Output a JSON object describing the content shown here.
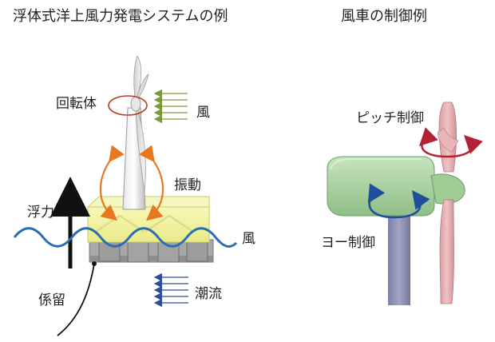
{
  "left_panel": {
    "title": "浮体式洋上風力発電システムの例",
    "labels": {
      "rotor": "回転体",
      "wind_top": "風",
      "vibration": "振動",
      "buoyancy": "浮力",
      "wind_wave": "風",
      "mooring": "係留",
      "current": "潮流"
    }
  },
  "right_panel": {
    "title": "風車の制御例",
    "labels": {
      "pitch": "ピッチ制御",
      "yaw": "ヨー制御"
    }
  },
  "colors": {
    "wind_arrow": "#7a9a3a",
    "current_arrow": "#2a4f9a",
    "vibration_arrow": "#e87722",
    "rotor_ring": "#c0392b",
    "wave": "#2b6cb0",
    "float_yellow": "#f3f3a0",
    "pontoon_gray": "#a9a9a9",
    "nacelle": "#a9d3a0",
    "tower": "#8d8fb3",
    "blade": "#e4aeb0",
    "pitch_arrow": "#b22234",
    "yaw_arrow": "#1f4f99"
  }
}
